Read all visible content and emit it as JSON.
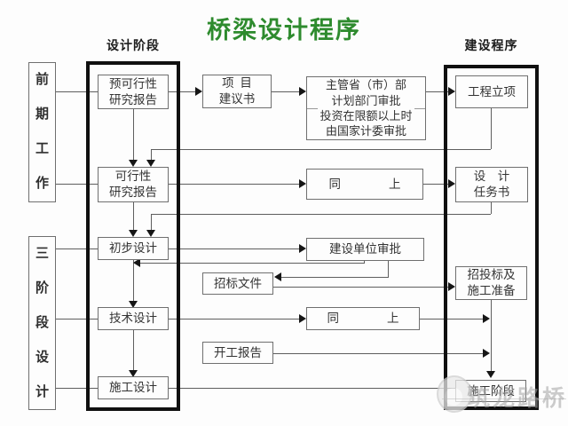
{
  "title": "桥梁设计程序",
  "headers": {
    "design_phase": "设计阶段",
    "construction_procedure": "建设程序"
  },
  "side_labels": {
    "early_work": "前期工作",
    "three_stage_design": "三阶段设计"
  },
  "nodes": {
    "pre_feasibility": {
      "lines": [
        "预可行性",
        "研究报告"
      ]
    },
    "project_proposal": {
      "lines": [
        "项  目",
        "建议书"
      ]
    },
    "authority_approval": {
      "lines": [
        "主管省（市）部",
        "计划部门审批",
        "投资在限额以上时",
        "由国家计委审批"
      ]
    },
    "project_initiation": {
      "lines": [
        "工程立项"
      ]
    },
    "feasibility": {
      "lines": [
        "可行性",
        "研究报告"
      ]
    },
    "ditto_1": {
      "lines": [
        "同　　　　上"
      ]
    },
    "design_task": {
      "lines": [
        "设　计",
        "任务书"
      ]
    },
    "preliminary_design": {
      "lines": [
        "初步设计"
      ]
    },
    "owner_approval": {
      "lines": [
        "建设单位审批"
      ]
    },
    "bidding_documents": {
      "lines": [
        "招标文件"
      ]
    },
    "bidding_preparation": {
      "lines": [
        "招投标及",
        "施工准备"
      ]
    },
    "technical_design": {
      "lines": [
        "技术设计"
      ]
    },
    "ditto_2": {
      "lines": [
        "同　　　　上"
      ]
    },
    "commencement_report": {
      "lines": [
        "开工报告"
      ]
    },
    "construction_design": {
      "lines": [
        "施工设计"
      ]
    },
    "construction_stage": {
      "lines": [
        "施工阶段"
      ]
    }
  },
  "watermark": {
    "text": "筑龙路桥"
  },
  "colors": {
    "title_green": "#2e8b2e",
    "line_gray": "#5e5e5e",
    "box_border_gray": "#6f6f6f",
    "column_border_black": "#101010",
    "text_dark": "#333333",
    "watermark_gray": "#a3a3a3"
  }
}
